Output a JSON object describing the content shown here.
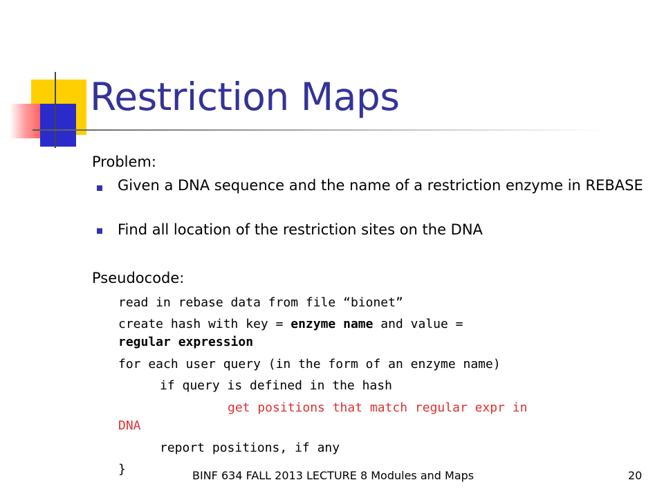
{
  "slide": {
    "title": "Restriction Maps",
    "problem_heading": "Problem:",
    "bullets": [
      "Given a DNA sequence and the name of a restriction enzyme in REBASE",
      "Find all location of the restriction sites on the DNA"
    ],
    "pseudocode_heading": "Pseudocode:",
    "code": {
      "line1": "read in rebase data from file “bionet”",
      "line2_a": "create hash with key = ",
      "line2_b": "enzyme name",
      "line2_c": " and value =",
      "line3": "regular expression",
      "line4": "for each user query (in the form of an enzyme name)",
      "line5": "if query is defined in the hash",
      "line6": "get positions that match regular expr in",
      "line7": "DNA",
      "line8": "report positions, if any",
      "line9": "}"
    },
    "footer": "BINF 634 FALL 2013 LECTURE 8 Modules and Maps",
    "page_number": "20"
  },
  "colors": {
    "title": "#333399",
    "bullet": "#3333aa",
    "highlight_code": "#e03030"
  }
}
